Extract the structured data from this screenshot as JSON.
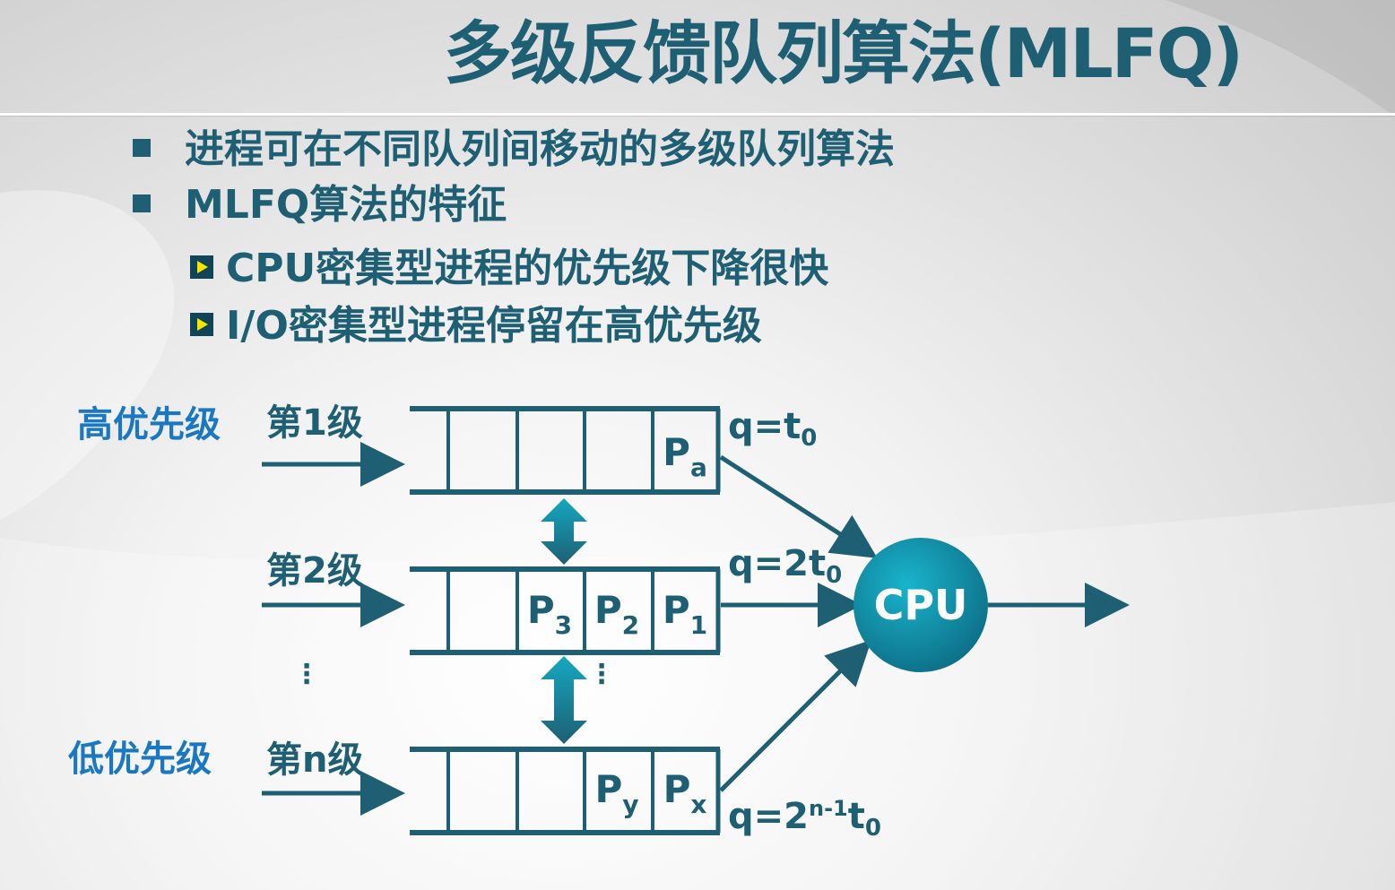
{
  "title": "多级反馈队列算法(MLFQ)",
  "bullets": [
    {
      "text": "进程可在不同队列间移动的多级队列算法"
    },
    {
      "text": "MLFQ算法的特征"
    }
  ],
  "sub_bullets": [
    {
      "text": "CPU密集型进程的优先级下降很快"
    },
    {
      "text": "I/O密集型进程停留在高优先级"
    }
  ],
  "diagram": {
    "high_priority_label": "高优先级",
    "low_priority_label": "低优先级",
    "queues": [
      {
        "level_label": "第1级",
        "quantum": {
          "base": "q=t",
          "sub": "0",
          "sup": "",
          "tail": ""
        },
        "processes": [
          {
            "p": "P",
            "s": "a"
          }
        ]
      },
      {
        "level_label": "第2级",
        "quantum": {
          "base": "q=2t",
          "sub": "0",
          "sup": "",
          "tail": ""
        },
        "processes": [
          {
            "p": "P",
            "s": "3"
          },
          {
            "p": "P",
            "s": "2"
          },
          {
            "p": "P",
            "s": "1"
          }
        ]
      },
      {
        "level_label": "第n级",
        "quantum": {
          "base": "q=2",
          "sup": "n-1",
          "tail": "t",
          "sub": "0"
        },
        "processes": [
          {
            "p": "P",
            "s": "y"
          },
          {
            "p": "P",
            "s": "x"
          }
        ]
      }
    ],
    "ellipsis": "⋮",
    "cpu_label": "CPU",
    "colors": {
      "dark_teal": "#1e5f73",
      "priority_blue": "#1a78c2",
      "cpu_fill": "#0e8fa6",
      "icon_yellow": "#f7e600"
    }
  }
}
